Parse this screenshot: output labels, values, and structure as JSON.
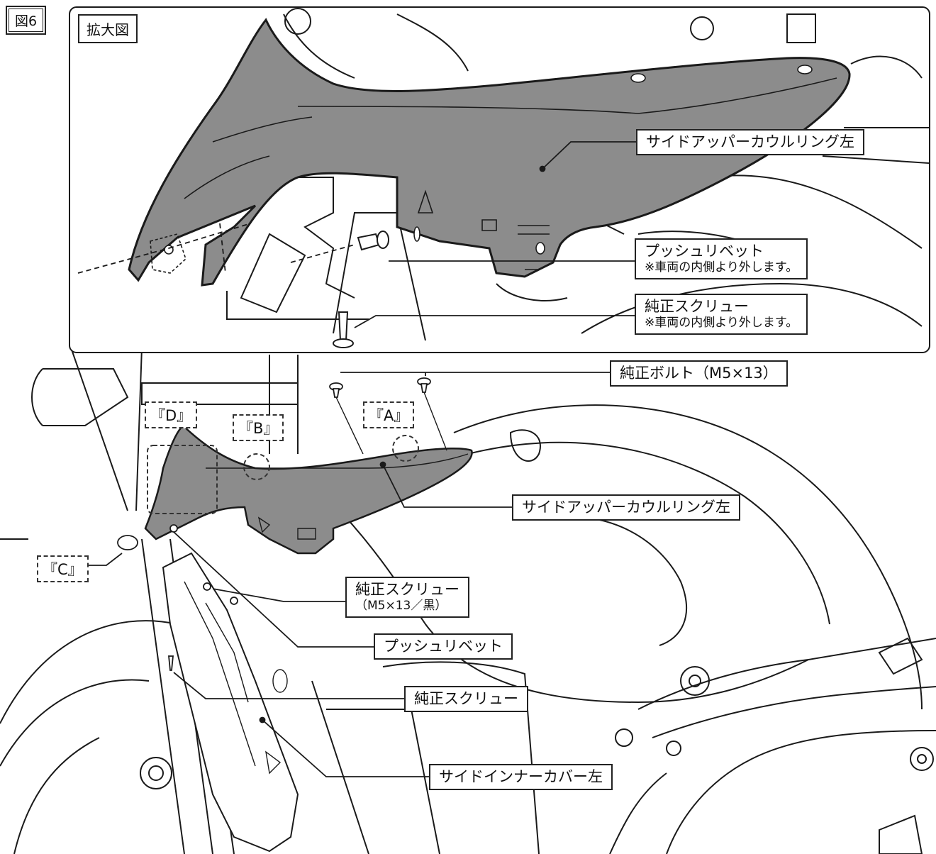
{
  "figure": {
    "number": "図6",
    "zoom_title": "拡大図"
  },
  "callouts": {
    "upper_cowl_zoom": "サイドアッパーカウルリング左",
    "push_rivet_zoom": "プッシュリベット",
    "push_rivet_zoom_note": "※車両の内側より外します。",
    "screw_zoom": "純正スクリュー",
    "screw_zoom_note": "※車両の内側より外します。",
    "bolt": "純正ボルト（M5×13）",
    "upper_cowl_main": "サイドアッパーカウルリング左",
    "screw_black": "純正スクリュー",
    "screw_black_spec": "（M5×13／黒）",
    "push_rivet_main": "プッシュリベット",
    "screw_main": "純正スクリュー",
    "inner_cover": "サイドインナーカバー左"
  },
  "tags": {
    "a": "『A』",
    "b": "『B』",
    "c": "『C』",
    "d": "『D』"
  },
  "colors": {
    "part_fill": "#8c8c8c",
    "line": "#1a1a1a",
    "background": "#ffffff"
  }
}
